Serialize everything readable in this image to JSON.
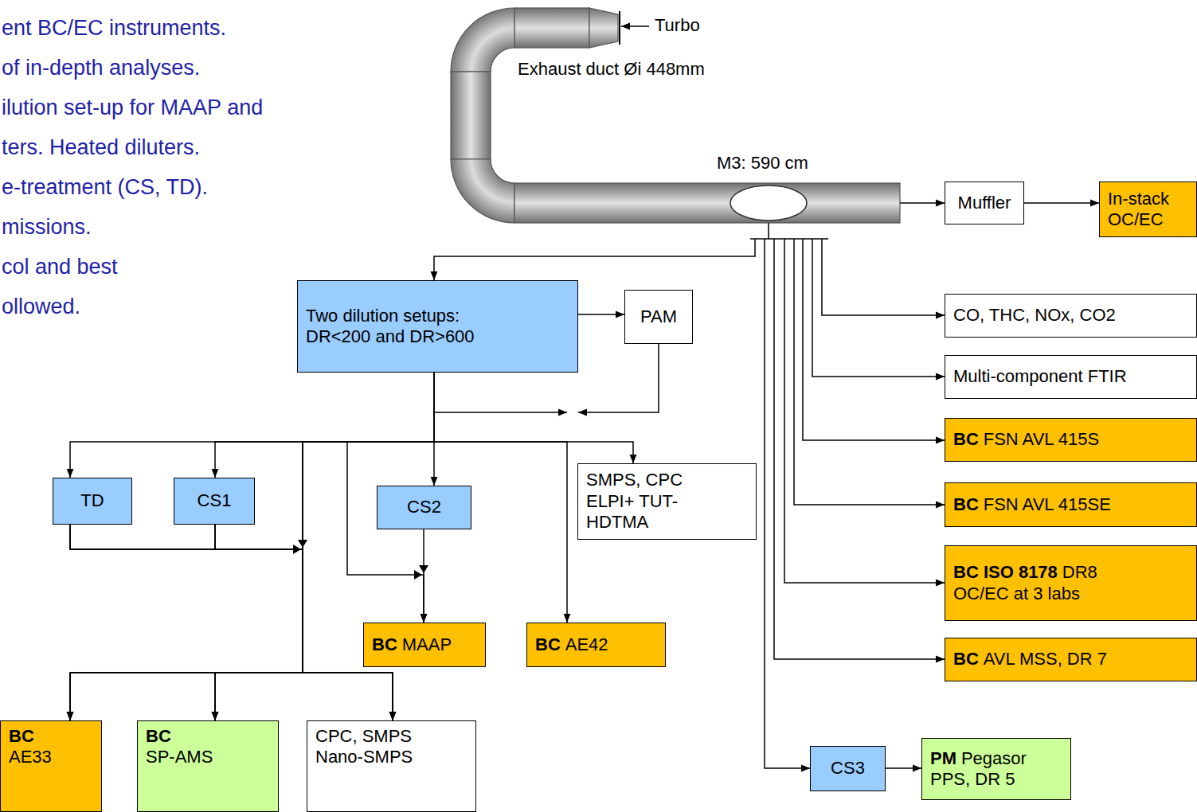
{
  "diagram": {
    "nodes": [
      {
        "text": [
          "Muffler"
        ]
      },
      {
        "text": [
          "In-stack OC/EC"
        ]
      },
      {
        "text": [
          "Two dilution setups: DR<200 and DR>600"
        ]
      },
      {
        "text": [
          "PAM"
        ]
      },
      {
        "text": [
          "CO, THC, NOx, CO2"
        ]
      },
      {
        "text": [
          "Multi-component FTIR"
        ]
      },
      {
        "text": [
          "BC",
          "FSN AVL 415S"
        ]
      },
      {
        "text": [
          "BC",
          "FSN AVL 415SE"
        ]
      },
      {
        "text": [
          "BC ISO 8178",
          "DR8 OC/EC at 3 labs"
        ]
      },
      {
        "text": [
          "BC",
          "AVL MSS, DR 7"
        ]
      },
      {
        "text": [
          "TD"
        ]
      },
      {
        "text": [
          "CS1"
        ]
      },
      {
        "text": [
          "CS2"
        ]
      },
      {
        "text": [
          "SMPS, CPC ELPI+ TUT-HDTMA"
        ]
      },
      {
        "text": [
          "BC",
          "MAAP"
        ]
      },
      {
        "text": [
          "BC",
          "AE42"
        ]
      },
      {
        "text": [
          "BC",
          "AE33"
        ]
      },
      {
        "text": [
          "BC",
          "SP-AMS"
        ]
      },
      {
        "text": [
          "CPC, SMPS Nano-SMPS"
        ]
      },
      {
        "text": [
          "CS3"
        ]
      },
      {
        "text": [
          "PM",
          "Pegasor PPS, DR 5"
        ]
      }
    ],
    "edges": [
      {
        "from": 0,
        "to": 1,
        "arrow": "to"
      },
      {
        "from": 2,
        "to": 3,
        "arrow": "to"
      },
      {
        "from": 2,
        "to": 10,
        "arrow": "to"
      },
      {
        "from": 2,
        "to": 11,
        "arrow": "to"
      },
      {
        "from": 2,
        "to": 12,
        "arrow": "to"
      },
      {
        "from": 2,
        "to": 14,
        "arrow": "to"
      },
      {
        "from": 12,
        "to": 14,
        "arrow": "to"
      },
      {
        "from": 2,
        "to": 15,
        "arrow": "to"
      },
      {
        "from": 2,
        "to": 13,
        "arrow": "to"
      },
      {
        "from": 2,
        "to": 16,
        "arrow": "to"
      },
      {
        "from": 2,
        "to": 17,
        "arrow": "to"
      },
      {
        "from": 2,
        "to": 18,
        "arrow": "to"
      },
      {
        "from": 10,
        "to": 16,
        "arrow": "to"
      },
      {
        "from": 10,
        "to": 17,
        "arrow": "to"
      },
      {
        "from": 10,
        "to": 18,
        "arrow": "to"
      },
      {
        "from": 11,
        "to": 16,
        "arrow": "to"
      },
      {
        "from": 11,
        "to": 17,
        "arrow": "to"
      },
      {
        "from": 11,
        "to": 18,
        "arrow": "to"
      },
      {
        "from": 19,
        "to": 20,
        "arrow": "to"
      }
    ],
    "labels": [
      "ent BC/EC instruments.",
      "of in-depth analyses.",
      "ilution set-up for MAAP and",
      "ters. Heated diluters.",
      "e-treatment (CS, TD).",
      "missions.",
      "col and best",
      "ollowed.",
      "Turbo",
      "Exhaust duct Øi 448mm",
      "M3: 590 cm"
    ]
  }
}
